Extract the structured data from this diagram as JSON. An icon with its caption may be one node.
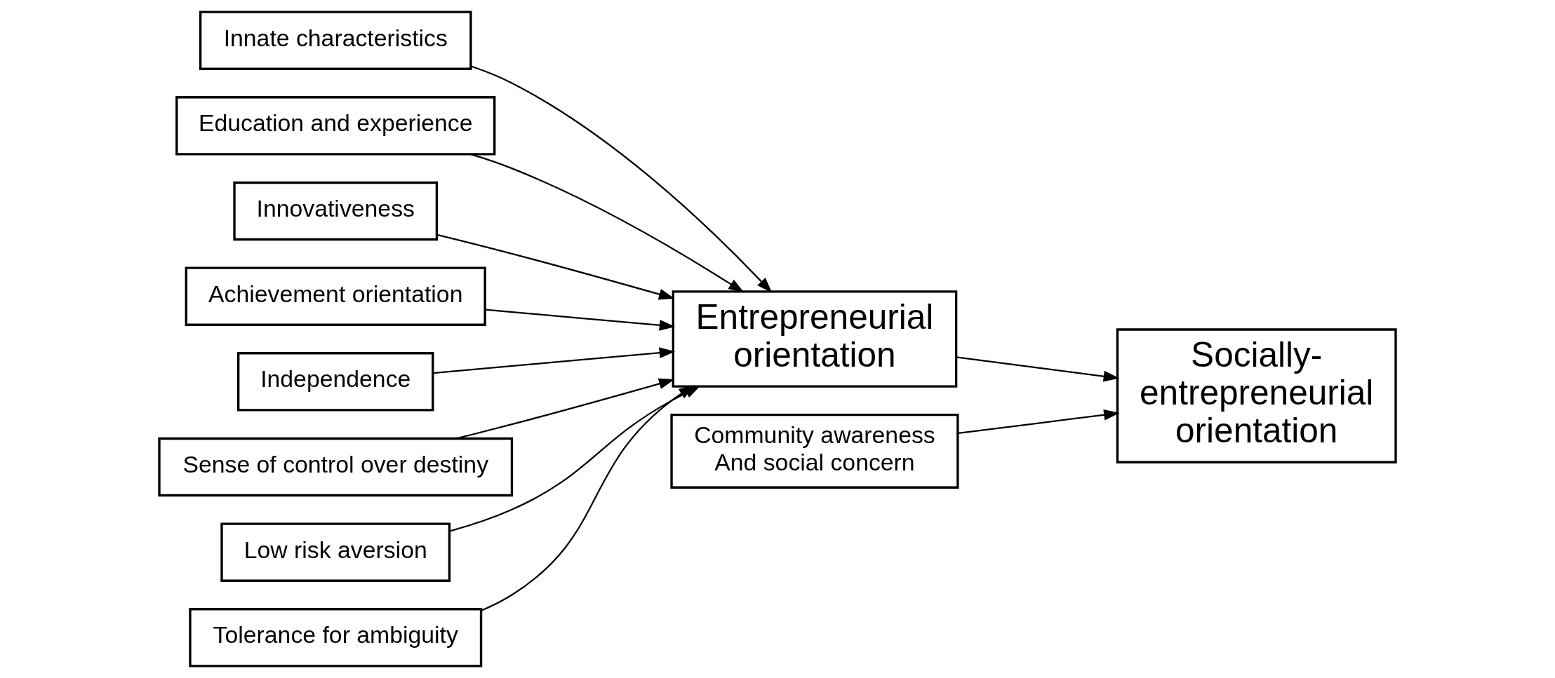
{
  "diagram": {
    "nodes": [
      {
        "text": [
          "Innate characteristics"
        ]
      },
      {
        "text": [
          "Education and experience"
        ]
      },
      {
        "text": [
          "Innovativeness"
        ]
      },
      {
        "text": [
          "Achievement orientation"
        ]
      },
      {
        "text": [
          "Independence"
        ]
      },
      {
        "text": [
          "Sense of control over destiny"
        ]
      },
      {
        "text": [
          "Low risk aversion"
        ]
      },
      {
        "text": [
          "Tolerance for ambiguity"
        ]
      },
      {
        "text": [
          "Entrepreneurial orientation"
        ]
      },
      {
        "text": [
          "Socially-entrepreneurial orientation"
        ]
      },
      {
        "text": [
          "Community awareness And social concern"
        ]
      }
    ],
    "edges": [
      {
        "from": 0,
        "to": 8,
        "arrow": "to"
      },
      {
        "from": 1,
        "to": 8,
        "arrow": "to"
      },
      {
        "from": 2,
        "to": 8,
        "arrow": "to"
      },
      {
        "from": 3,
        "to": 8,
        "arrow": "to"
      },
      {
        "from": 4,
        "to": 8,
        "arrow": "to"
      },
      {
        "from": 5,
        "to": 8,
        "arrow": "to"
      },
      {
        "from": 6,
        "to": 8,
        "arrow": "to"
      },
      {
        "from": 7,
        "to": 8,
        "arrow": "to"
      },
      {
        "from": 8,
        "to": 9,
        "arrow": "to"
      },
      {
        "from": 10,
        "to": 9,
        "arrow": "to"
      }
    ]
  }
}
